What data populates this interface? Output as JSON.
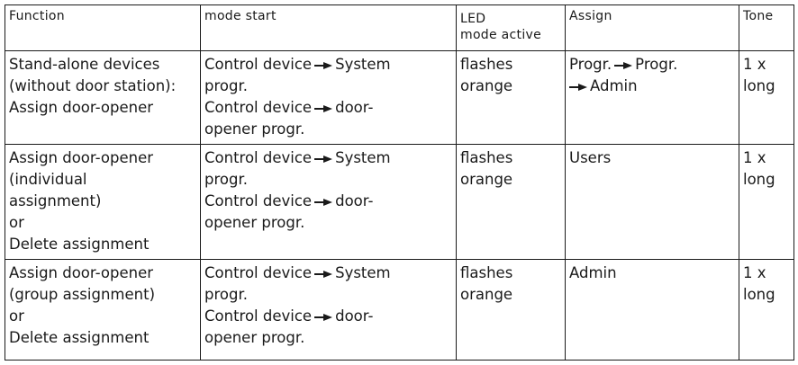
{
  "headers": {
    "function": "Function",
    "mode_start": "mode start",
    "led_line1": "LED",
    "led_line2": "mode active",
    "assign": "Assign",
    "tone": "Tone"
  },
  "rows": [
    {
      "function": [
        "Stand-alone devices",
        "(without door station):",
        "Assign door-opener"
      ],
      "mode_start": {
        "l1a": "Control device",
        "l1b": "System",
        "l2": "progr.",
        "l3a": "Control device",
        "l3b": "door-",
        "l4": "opener progr."
      },
      "led": [
        "flashes",
        "orange"
      ],
      "assign": {
        "l1a": "Progr.",
        "l1b": "Progr.",
        "l2": "Admin"
      },
      "tone": [
        "1 x",
        "long"
      ]
    },
    {
      "function": [
        "Assign door-opener",
        "(individual",
        "assignment)",
        "or",
        "Delete assignment"
      ],
      "mode_start": {
        "l1a": "Control device",
        "l1b": "System",
        "l2": "progr.",
        "l3a": "Control device",
        "l3b": "door-",
        "l4": "opener progr."
      },
      "led": [
        "flashes",
        "orange"
      ],
      "assign": "Users",
      "tone": [
        "1 x",
        "long"
      ]
    },
    {
      "function": [
        "Assign door-opener",
        "(group assignment)",
        "or",
        "Delete assignment"
      ],
      "mode_start": {
        "l1a": "Control device",
        "l1b": "System",
        "l2": "progr.",
        "l3a": "Control device",
        "l3b": "door-",
        "l4": "opener progr."
      },
      "led": [
        "flashes",
        "orange"
      ],
      "assign": "Admin",
      "tone": [
        "1 x",
        "long"
      ]
    }
  ],
  "icons": {
    "arrow": "right-arrow-icon"
  }
}
